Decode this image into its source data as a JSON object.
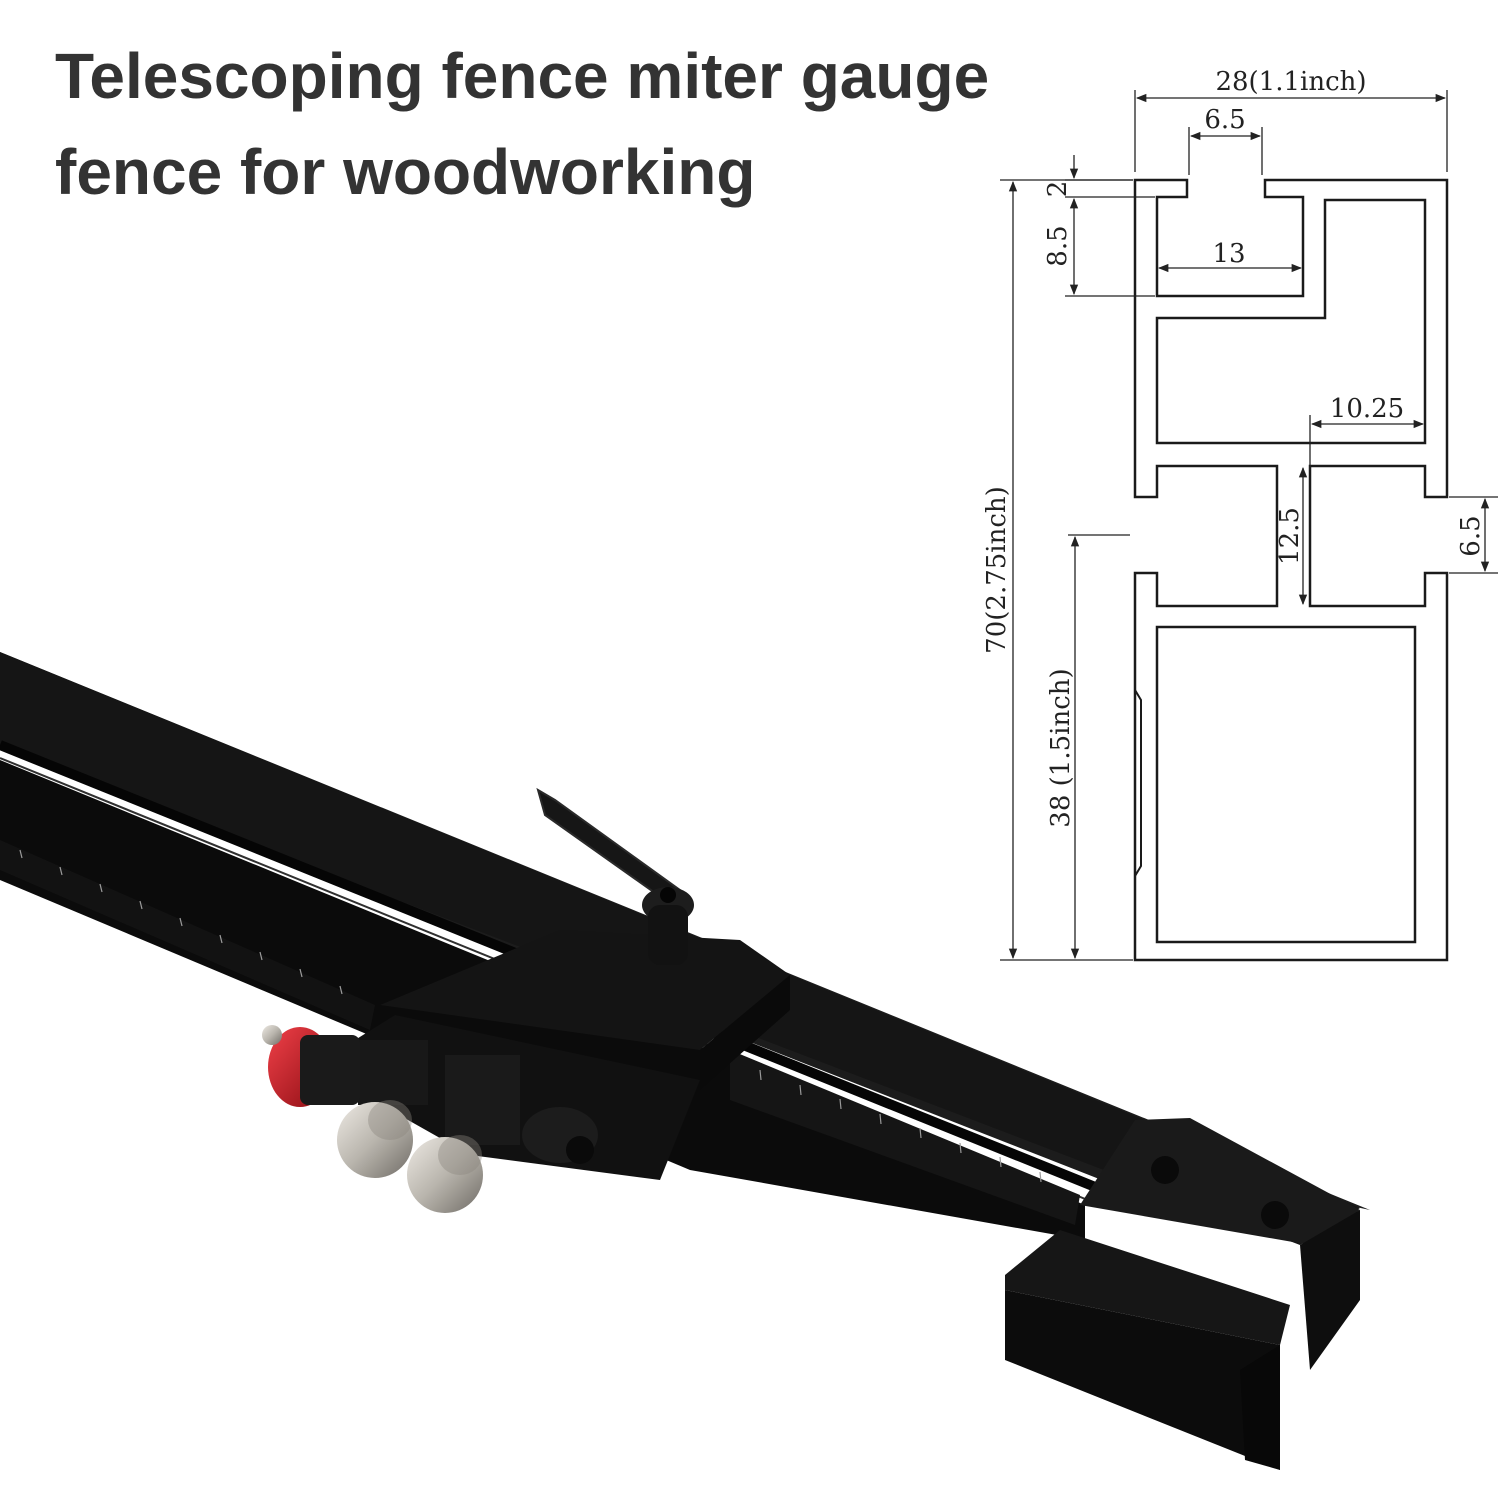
{
  "title": {
    "line1": "Telescoping fence miter gauge",
    "line2": "fence for woodworking"
  },
  "diagram": {
    "overall_width": "28(1.1inch)",
    "slot_opening": "6.5",
    "lip_thickness": "2",
    "slot_depth": "8.5",
    "slot_width": "13",
    "web_width": "10.25",
    "center_height": "12.5",
    "side_gap": "6.5",
    "overall_height": "70(2.75inch)",
    "lower_height": "38 (1.5inch)"
  },
  "colors": {
    "title": "#333333",
    "aluminum": "#111111",
    "knob_red": "#c8141e",
    "knob_silver": "#c9c6c0"
  }
}
